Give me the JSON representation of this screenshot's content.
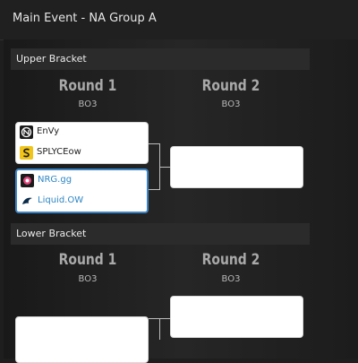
{
  "header": {
    "title": "Main Event - NA Group A"
  },
  "upper": {
    "label": "Upper Bracket",
    "rounds": [
      {
        "title": "Round 1",
        "format": "BO3"
      },
      {
        "title": "Round 2",
        "format": "BO3"
      }
    ],
    "matches": [
      {
        "teams": [
          {
            "name": "EnVy"
          },
          {
            "name": "SPLYCEow"
          }
        ]
      },
      {
        "teams": [
          {
            "name": "NRG.gg"
          },
          {
            "name": "Liquid.OW"
          }
        ]
      }
    ]
  },
  "lower": {
    "label": "Lower Bracket",
    "rounds": [
      {
        "title": "Round 1",
        "format": "BO3"
      },
      {
        "title": "Round 2",
        "format": "BO3"
      }
    ]
  },
  "colors": {
    "accent": "#3d86c6",
    "team_link": "#2d86c4"
  }
}
